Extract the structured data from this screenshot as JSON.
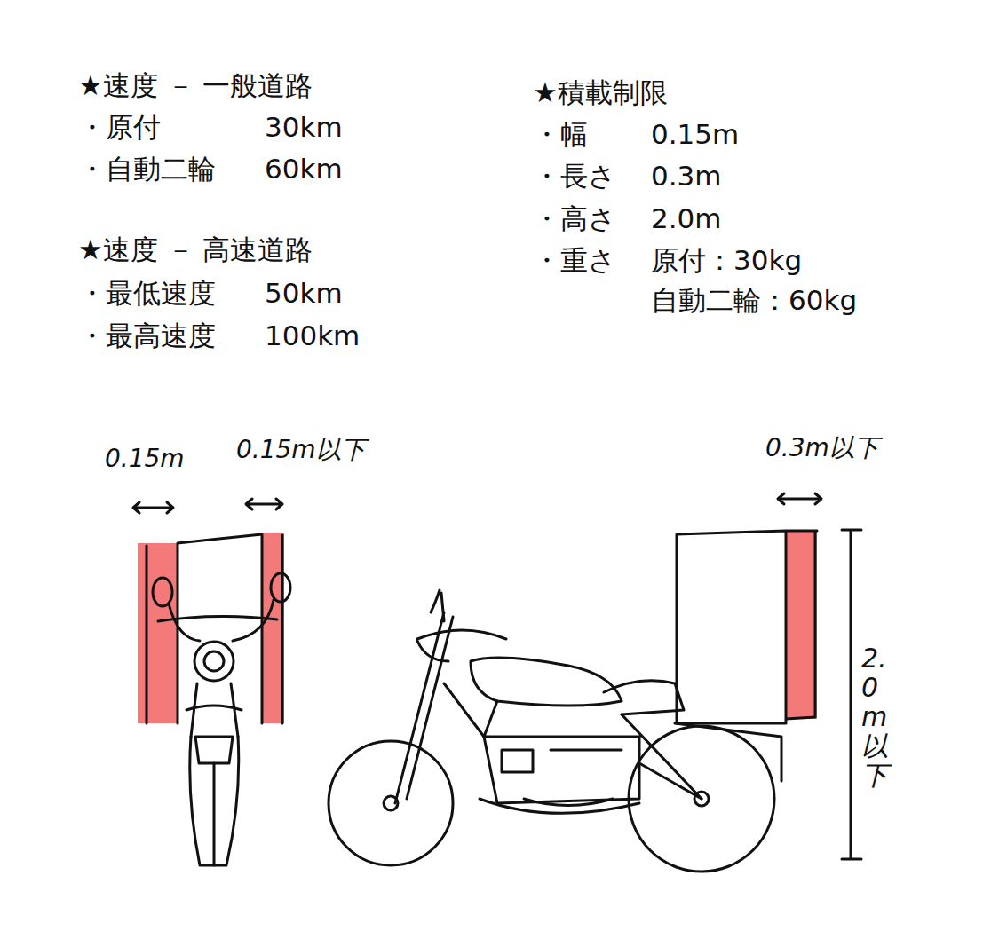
{
  "diagram": {
    "labels": [
      "★速度 － 一般道路",
      "・原付",
      "30km",
      "・自動二輪",
      "60km",
      "★速度 － 高速道路",
      "・最低速度",
      "50km",
      "・最高速度",
      "100km",
      "★積載制限",
      "・幅",
      "0.15m",
      "・長さ",
      "0.3m",
      "・高さ",
      "2.0m",
      "・重さ",
      "原付：30kg",
      "自動二輪：60kg",
      "0.15m",
      "0.15m以下",
      "0.3m以下",
      "2.0m以下"
    ]
  }
}
